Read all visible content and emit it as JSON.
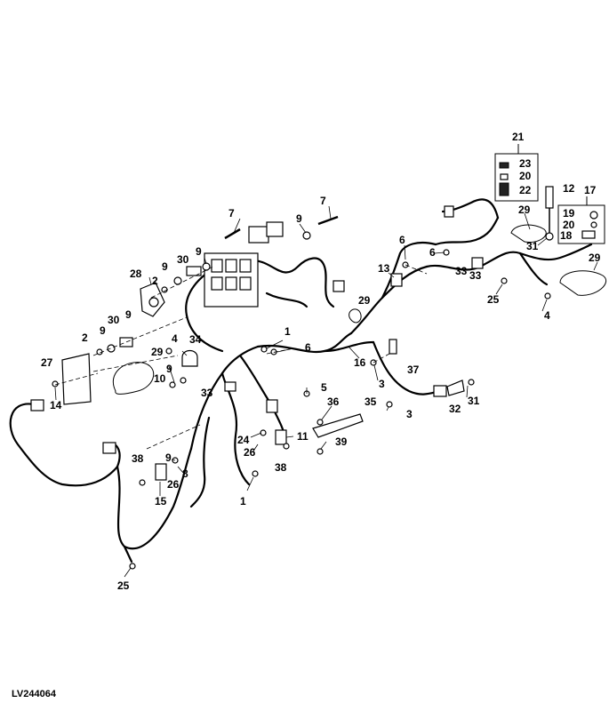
{
  "figure": {
    "reference_code": "LV244064"
  },
  "callouts": [
    {
      "id": "c1",
      "label": "21"
    },
    {
      "id": "c2",
      "label": "23"
    },
    {
      "id": "c3",
      "label": "20"
    },
    {
      "id": "c4",
      "label": "22"
    },
    {
      "id": "c5",
      "label": "12"
    },
    {
      "id": "c6",
      "label": "17"
    },
    {
      "id": "c7",
      "label": "19"
    },
    {
      "id": "c8",
      "label": "20"
    },
    {
      "id": "c9",
      "label": "18"
    },
    {
      "id": "c10",
      "label": "29"
    },
    {
      "id": "c11",
      "label": "31"
    },
    {
      "id": "c12",
      "label": "29"
    },
    {
      "id": "c13",
      "label": "7"
    },
    {
      "id": "c14",
      "label": "7"
    },
    {
      "id": "c15",
      "label": "9"
    },
    {
      "id": "c16",
      "label": "9"
    },
    {
      "id": "c17",
      "label": "6"
    },
    {
      "id": "c18",
      "label": "6"
    },
    {
      "id": "c19",
      "label": "13"
    },
    {
      "id": "c20",
      "label": "33"
    },
    {
      "id": "c21",
      "label": "33"
    },
    {
      "id": "c22",
      "label": "25"
    },
    {
      "id": "c23",
      "label": "4"
    },
    {
      "id": "c24",
      "label": "28"
    },
    {
      "id": "c25",
      "label": "9"
    },
    {
      "id": "c26",
      "label": "30"
    },
    {
      "id": "c27",
      "label": "2"
    },
    {
      "id": "c28",
      "label": "30"
    },
    {
      "id": "c29",
      "label": "9"
    },
    {
      "id": "c30",
      "label": "9"
    },
    {
      "id": "c31",
      "label": "2"
    },
    {
      "id": "c32",
      "label": "29"
    },
    {
      "id": "c33",
      "label": "4"
    },
    {
      "id": "c34",
      "label": "34"
    },
    {
      "id": "c35",
      "label": "29"
    },
    {
      "id": "c36",
      "label": "1"
    },
    {
      "id": "c37",
      "label": "6"
    },
    {
      "id": "c38",
      "label": "16"
    },
    {
      "id": "c39",
      "label": "27"
    },
    {
      "id": "c40",
      "label": "9"
    },
    {
      "id": "c41",
      "label": "10"
    },
    {
      "id": "c42",
      "label": "33"
    },
    {
      "id": "c43",
      "label": "5"
    },
    {
      "id": "c44",
      "label": "3"
    },
    {
      "id": "c45",
      "label": "37"
    },
    {
      "id": "c46",
      "label": "14"
    },
    {
      "id": "c47",
      "label": "36"
    },
    {
      "id": "c48",
      "label": "35"
    },
    {
      "id": "c49",
      "label": "3"
    },
    {
      "id": "c50",
      "label": "32"
    },
    {
      "id": "c51",
      "label": "31"
    },
    {
      "id": "c52",
      "label": "11"
    },
    {
      "id": "c53",
      "label": "24"
    },
    {
      "id": "c54",
      "label": "39"
    },
    {
      "id": "c55",
      "label": "26"
    },
    {
      "id": "c56",
      "label": "38"
    },
    {
      "id": "c57",
      "label": "38"
    },
    {
      "id": "c58",
      "label": "9"
    },
    {
      "id": "c59",
      "label": "8"
    },
    {
      "id": "c60",
      "label": "26"
    },
    {
      "id": "c61",
      "label": "15"
    },
    {
      "id": "c62",
      "label": "1"
    },
    {
      "id": "c63",
      "label": "25"
    }
  ]
}
